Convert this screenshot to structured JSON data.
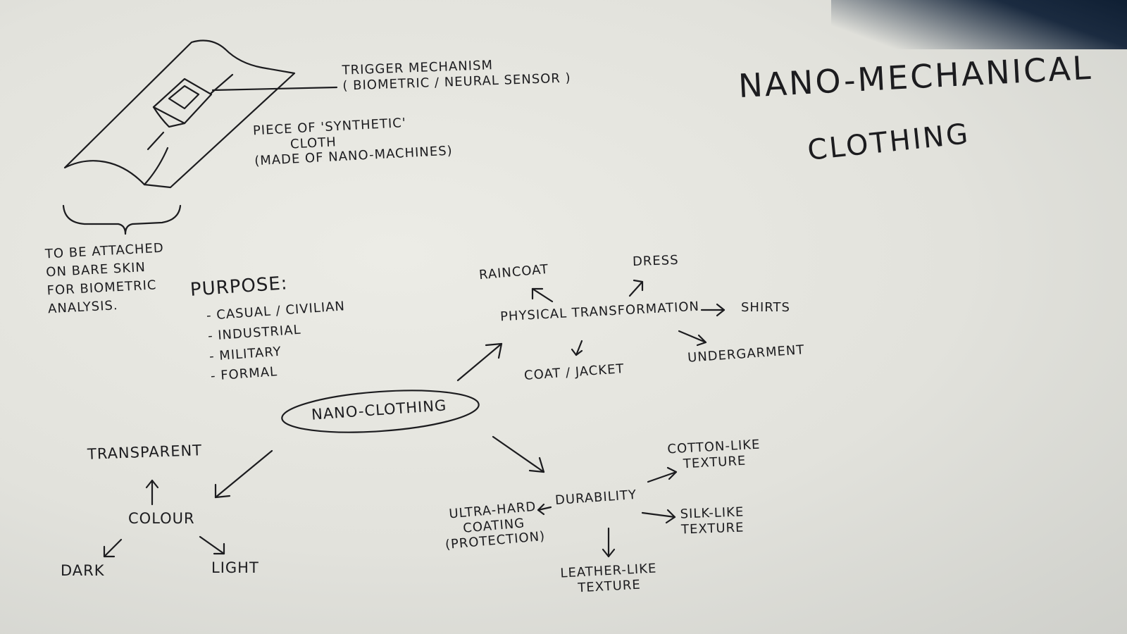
{
  "title": {
    "line1": "Nano-Mechanical",
    "line2": "Clothing"
  },
  "device_sketch": {
    "trigger": [
      "Trigger Mechanism",
      "( Biometric / Neural Sensor )"
    ],
    "cloth": [
      "Piece of 'Synthetic'",
      "Cloth",
      "(Made of Nano-Machines)"
    ],
    "attach_note": [
      "To Be Attached",
      "on Bare Skin",
      "for Biometric",
      "Analysis."
    ]
  },
  "purpose": {
    "heading": "Purpose:",
    "items": [
      "- Casual / Civilian",
      "- Industrial",
      "- Military",
      "- Formal"
    ]
  },
  "center_node": "Nano-Clothing",
  "physical_transformation": {
    "label": "Physical Transformation",
    "raincoat": "Raincoat",
    "dress": "Dress",
    "shirts": "Shirts",
    "coat_jacket": "Coat / Jacket",
    "undergarment": "Undergarment"
  },
  "durability": {
    "label": "Durability",
    "ultra_hard": [
      "Ultra-Hard",
      "Coating",
      "(Protection)"
    ],
    "cotton": [
      "Cotton-Like",
      "Texture"
    ],
    "silk": [
      "Silk-Like",
      "Texture"
    ],
    "leather": [
      "Leather-Like",
      "Texture"
    ]
  },
  "colour": {
    "label": "Colour",
    "transparent": "Transparent",
    "dark": "Dark",
    "light": "Light"
  },
  "colors": {
    "ink": "#1c1c1f",
    "paper": "#e6e6e0",
    "corner_shadow": "#0f1f33"
  }
}
